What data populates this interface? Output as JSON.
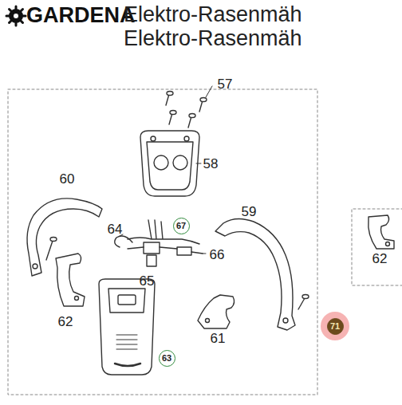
{
  "diagram": {
    "nodes": [
      {
        "text": [
          "67"
        ]
      },
      {
        "text": [
          "63"
        ]
      },
      {
        "text": [
          "71"
        ]
      }
    ],
    "labels": [
      "GARDENA",
      "Elektro-Rasenmäh",
      "Elektro-Rasenmäh",
      "57",
      "58",
      "60",
      "59",
      "64",
      "66",
      "65",
      "62",
      "61",
      "62"
    ]
  }
}
